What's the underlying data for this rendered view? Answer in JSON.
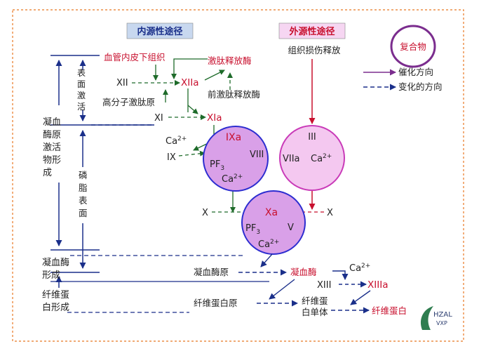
{
  "colors": {
    "frame": "#e87722",
    "intrinsic_box": "#c8d8ef",
    "extrinsic_box": "#f6d6f2",
    "complex_fill": "#d9a0e8",
    "complex_stroke": "#2c2dd0",
    "circle_fill": "#f4c8f0",
    "green_arrow": "#1e6b2a",
    "blue_arrow": "#1a2f8a",
    "red_arrow": "#c8102e",
    "legend_stroke": "#7b2d8e"
  },
  "header": {
    "intrinsic": "内源性途径",
    "extrinsic": "外源性途径",
    "extrinsic_sub": "组织损伤释放"
  },
  "legend": {
    "complex": "复合物",
    "catalysis": "催化方向",
    "change": "变化的方向"
  },
  "intrinsic": {
    "vascular": "血管内皮下组织",
    "kininogen_enzyme": "激肽释放酶",
    "prekallikrein": "前激肽释放酶",
    "hmwk": "高分子激肽原",
    "f12": "XII",
    "f12a": "XIIa",
    "f11": "XI",
    "f11a": "XIa",
    "ca": "Ca",
    "ca_sup": "2+",
    "f9": "IX"
  },
  "complex_9": {
    "f9a": "IXa",
    "f8": "VIII",
    "pf3": "PF",
    "pf3_sub": "3",
    "ca": "Ca",
    "ca_sup": "2+"
  },
  "complex_3": {
    "f3": "III",
    "f7a": "VIIa",
    "ca": "Ca",
    "ca_sup": "2+"
  },
  "complex_10": {
    "f10a": "Xa",
    "pf3": "PF",
    "pf3_sub": "3",
    "f5": "V",
    "ca": "Ca",
    "ca_sup": "2+"
  },
  "common": {
    "f10_left": "X",
    "f10_right": "X",
    "prothrombin": "凝血酶原",
    "thrombin": "凝血酶",
    "ca": "Ca",
    "ca_sup": "2+",
    "f13": "XIII",
    "f13a": "XIIIa",
    "fibrinogen": "纤维蛋白原",
    "fibrin_monomer_1": "纤维蛋",
    "fibrin_monomer_2": "白单体",
    "fibrin": "纤维蛋白"
  },
  "stages": {
    "s1": [
      "凝血",
      "酶原",
      "激活",
      "物形",
      "成"
    ],
    "s2": [
      "凝血酶",
      "形成"
    ],
    "s3": [
      "纤维蛋",
      "白形成"
    ],
    "contact": [
      "表",
      "面",
      "激",
      "活"
    ],
    "phospholipid": [
      "磷",
      "脂",
      "表",
      "面"
    ]
  },
  "watermark": {
    "line1": "HZAL",
    "line2": "VXP"
  }
}
